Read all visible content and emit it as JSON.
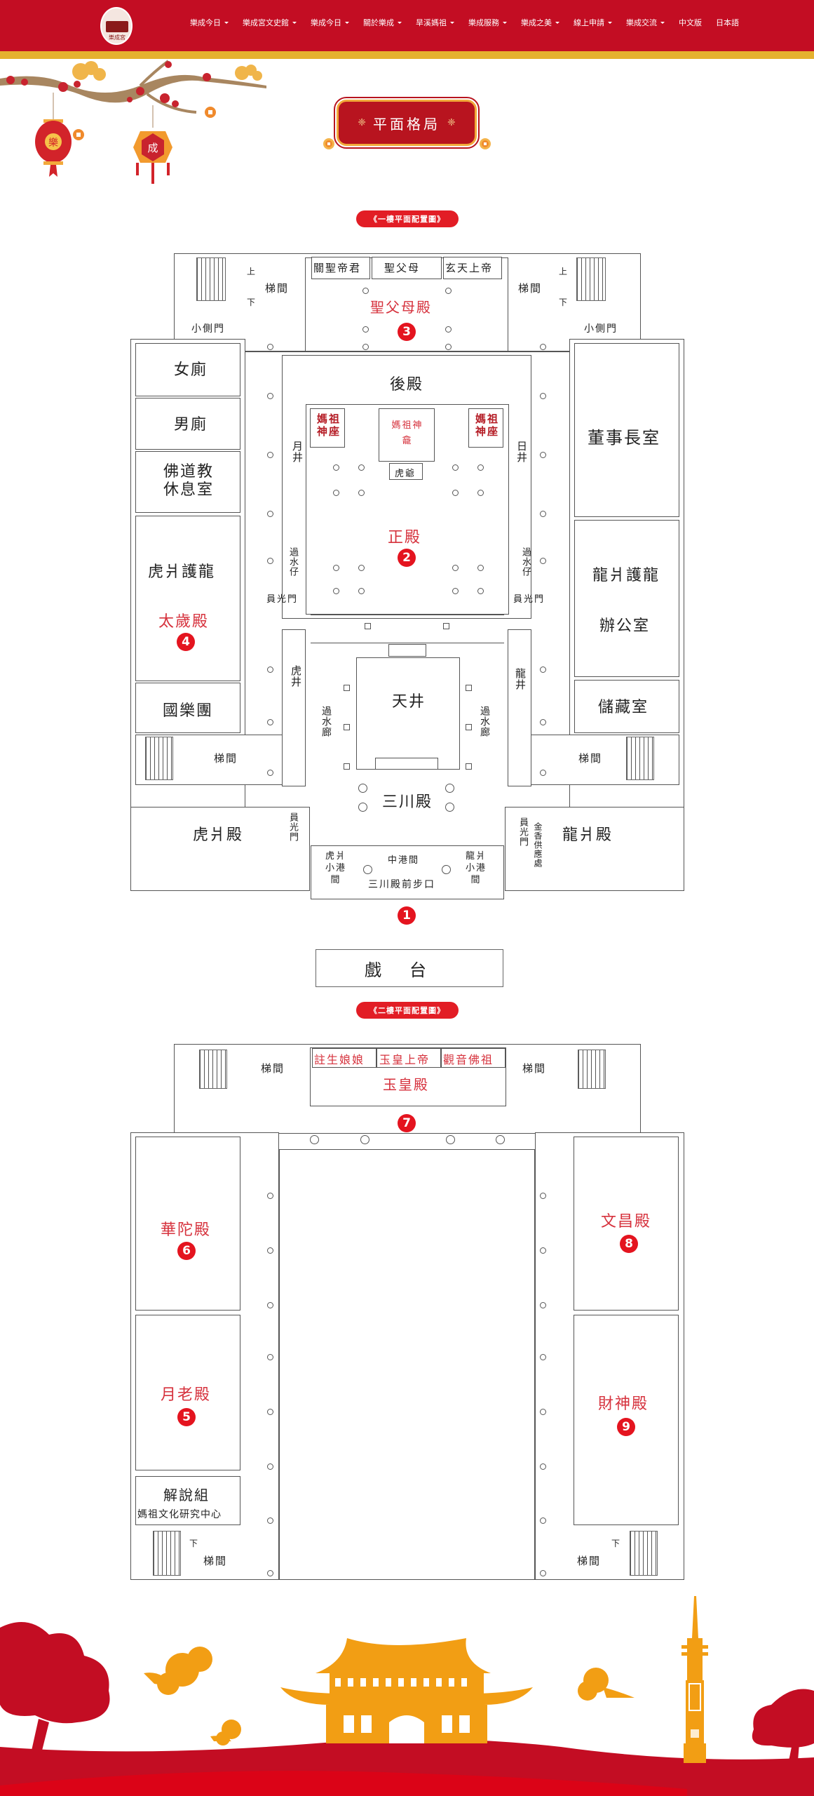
{
  "nav": {
    "logo_alt": "樂成宮 logo",
    "items": [
      {
        "label": "樂成今日",
        "dropdown": true
      },
      {
        "label": "樂成宮文史館",
        "dropdown": true
      },
      {
        "label": "樂成今日",
        "dropdown": true
      },
      {
        "label": "關於樂成",
        "dropdown": true
      },
      {
        "label": "旱溪媽祖",
        "dropdown": true
      },
      {
        "label": "樂成服務",
        "dropdown": true
      },
      {
        "label": "樂成之美",
        "dropdown": true
      },
      {
        "label": "線上申請",
        "dropdown": true
      },
      {
        "label": "樂成交流",
        "dropdown": true
      },
      {
        "label": "中文版",
        "dropdown": false
      },
      {
        "label": "日本語",
        "dropdown": false
      }
    ],
    "colors": {
      "bar": "#c30d23",
      "stripe": "#e5b12f"
    }
  },
  "decor": {
    "lantern_left_char": "樂",
    "lantern_right_char": "成"
  },
  "page_title": "平面格局",
  "floor1": {
    "heading": "《一樓平面配置圖》",
    "rooms": {
      "altar_left": "關聖帝君",
      "altar_center": "聖父母",
      "altar_right": "玄天上帝",
      "stair_tl": "梯間",
      "stair_tr": "梯間",
      "side_door_l": "小側門",
      "side_door_r": "小側門",
      "hall3": "聖父母殿",
      "rear_hall": "後殿",
      "womens_restroom": "女廁",
      "mens_restroom": "男廁",
      "lounge": "佛道教休息室",
      "tiger_guard": "虎爿護龍",
      "taisui_hall": "太歲殿",
      "music_troupe": "國樂團",
      "stair_bl": "梯間",
      "tiger_hall": "虎爿殿",
      "chairman_office": "董事長室",
      "dragon_guard": "龍爿護龍",
      "office": "辦公室",
      "storage": "儲藏室",
      "stair_br": "梯間",
      "dragon_hall": "龍爿殿",
      "moon_well": "月井",
      "sun_well": "日井",
      "mazu_seat_l": "媽祖神座",
      "mazu_shrine": "媽祖神龕",
      "mazu_seat_r": "媽祖神座",
      "tiger_lord": "虎爺",
      "main_hall": "正殿",
      "water_pass_l": "過水仔",
      "water_pass_r": "過水仔",
      "round_door_l": "員光門",
      "round_door_r": "員光門",
      "tiger_well": "虎井",
      "dragon_well": "龍井",
      "courtyard": "天井",
      "corridor_l": "過水廊",
      "corridor_r": "過水廊",
      "sanchuan_hall": "三川殿",
      "round_door_l2": "員光門",
      "round_door_r2": "員光門",
      "incense_supply": "金香供應處",
      "tiger_small_gate": "虎爿小港間",
      "middle_gate": "中港間",
      "dragon_small_gate": "龍爿小港間",
      "front_step": "三川殿前步口",
      "stair_up": "上",
      "stair_down": "下"
    },
    "badges": {
      "hall3": "3",
      "main_hall": "2",
      "taisui_hall": "4",
      "entrance": "1"
    }
  },
  "stage": {
    "label": "戲台"
  },
  "floor2": {
    "heading": "《二樓平面配置圖》",
    "rooms": {
      "altar_left": "註生娘娘",
      "altar_center": "玉皇上帝",
      "altar_right": "觀音佛祖",
      "jade_hall": "玉皇殿",
      "stair_tl": "梯間",
      "stair_tr": "梯間",
      "huatuo_hall": "華陀殿",
      "yuelao_hall": "月老殿",
      "guide_group": "解說組",
      "research_center": "媽祖文化研究中心",
      "stair_bl": "梯間",
      "wenchang_hall": "文昌殿",
      "wealth_hall": "財神殿",
      "stair_br": "梯間",
      "stair_down": "下"
    },
    "badges": {
      "jade_hall": "7",
      "huatuo_hall": "6",
      "yuelao_hall": "5",
      "wenchang_hall": "8",
      "wealth_hall": "9"
    }
  },
  "colors": {
    "accent_red": "#e21d25",
    "plan_red": "#d6323d",
    "gold": "#f29e14",
    "footer_red": "#c30d23"
  }
}
